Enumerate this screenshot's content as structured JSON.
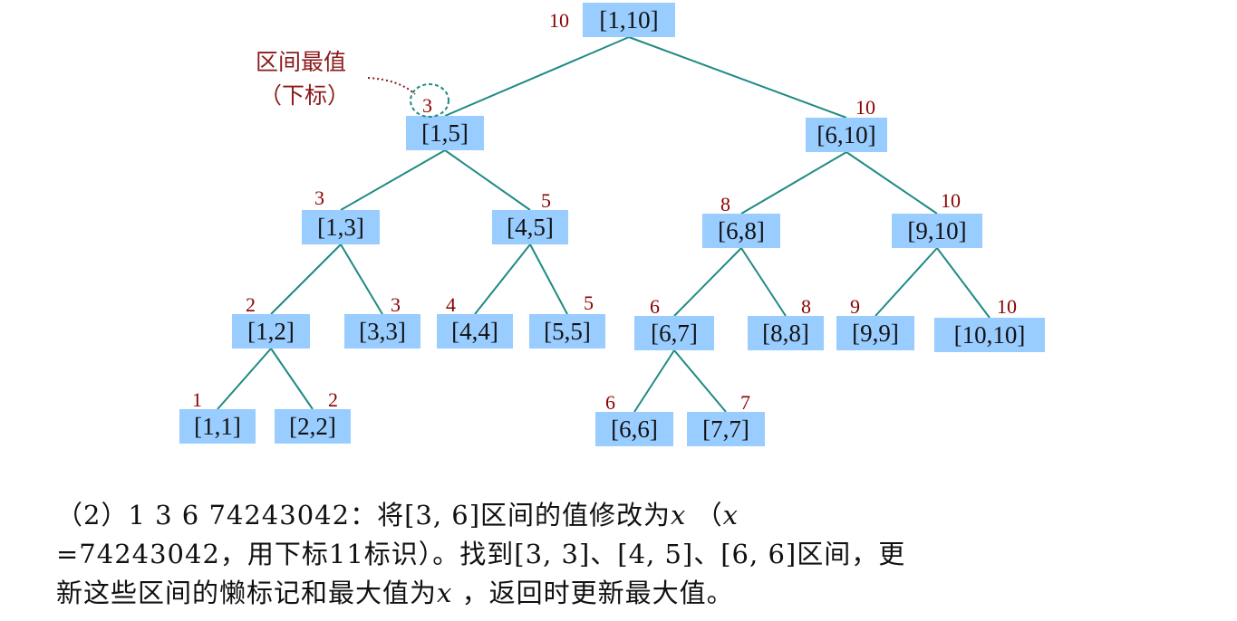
{
  "annotation": {
    "line1": "区间最值",
    "line2": "（下标）"
  },
  "tree": {
    "nodes": [
      {
        "id": "1-10",
        "label": "[1,10]",
        "max": "10"
      },
      {
        "id": "1-5",
        "label": "[1,5]",
        "max": "3"
      },
      {
        "id": "6-10",
        "label": "[6,10]",
        "max": "10"
      },
      {
        "id": "1-3",
        "label": "[1,3]",
        "max": "3"
      },
      {
        "id": "4-5",
        "label": "[4,5]",
        "max": "5"
      },
      {
        "id": "6-8",
        "label": "[6,8]",
        "max": "8"
      },
      {
        "id": "9-10",
        "label": "[9,10]",
        "max": "10"
      },
      {
        "id": "1-2",
        "label": "[1,2]",
        "max": "2"
      },
      {
        "id": "3-3",
        "label": "[3,3]",
        "max": "3"
      },
      {
        "id": "4-4",
        "label": "[4,4]",
        "max": "4"
      },
      {
        "id": "5-5",
        "label": "[5,5]",
        "max": "5"
      },
      {
        "id": "6-7",
        "label": "[6,7]",
        "max": "6"
      },
      {
        "id": "8-8",
        "label": "[8,8]",
        "max": "8"
      },
      {
        "id": "9-9",
        "label": "[9,9]",
        "max": "9"
      },
      {
        "id": "10-10",
        "label": "[10,10]",
        "max": "10"
      },
      {
        "id": "1-1",
        "label": "[1,1]",
        "max": "1"
      },
      {
        "id": "2-2",
        "label": "[2,2]",
        "max": "2"
      },
      {
        "id": "6-6",
        "label": "[6,6]",
        "max": "6"
      },
      {
        "id": "7-7",
        "label": "[7,7]",
        "max": "7"
      }
    ],
    "edges": [
      [
        "1-10",
        "1-5"
      ],
      [
        "1-10",
        "6-10"
      ],
      [
        "1-5",
        "1-3"
      ],
      [
        "1-5",
        "4-5"
      ],
      [
        "6-10",
        "6-8"
      ],
      [
        "6-10",
        "9-10"
      ],
      [
        "1-3",
        "1-2"
      ],
      [
        "1-3",
        "3-3"
      ],
      [
        "4-5",
        "4-4"
      ],
      [
        "4-5",
        "5-5"
      ],
      [
        "6-8",
        "6-7"
      ],
      [
        "6-8",
        "8-8"
      ],
      [
        "9-10",
        "9-9"
      ],
      [
        "9-10",
        "10-10"
      ],
      [
        "1-2",
        "1-1"
      ],
      [
        "1-2",
        "2-2"
      ],
      [
        "6-7",
        "6-6"
      ],
      [
        "6-7",
        "7-7"
      ]
    ]
  },
  "text": {
    "line1_a": "（2）1 3 6 74243042：将[3, 6]区间的值修改为",
    "var_x": "x",
    "line1_b": "（",
    "line2_a": "=74243042，用下标11标识）。找到[3, 3]、[4, 5]、[6, 6]区间，更",
    "line3_a": "新这些区间的懒标记和最大值为",
    "line3_b": "，返回时更新最大值。"
  }
}
